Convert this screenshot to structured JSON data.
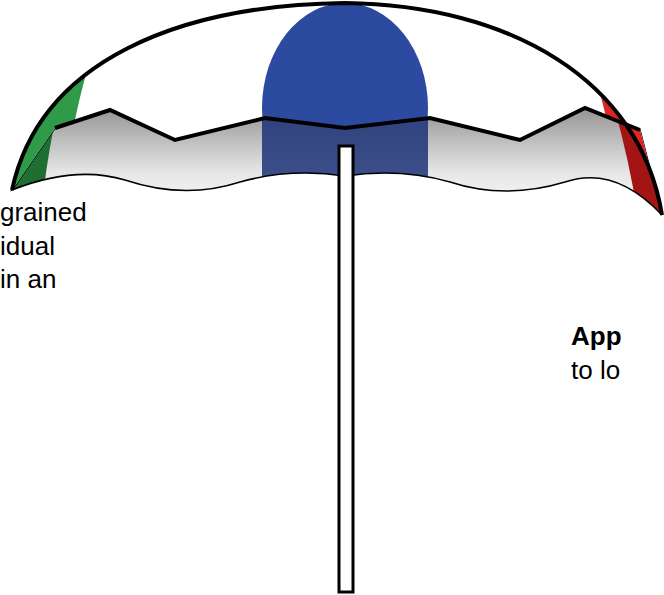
{
  "diagram": {
    "labels": [
      "grained",
      "idual",
      "in an",
      "App",
      "to lo"
    ]
  }
}
